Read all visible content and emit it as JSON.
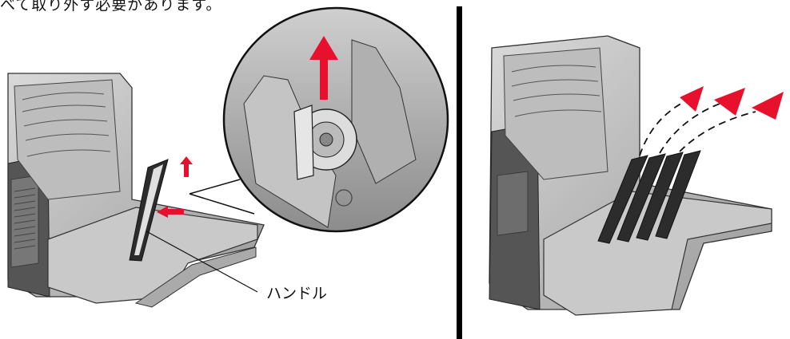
{
  "page": {
    "caption": "べて取り外す必要があります。",
    "callout_label": "ハンドル"
  },
  "figure_left": {
    "arrow_color": "#e8112d",
    "illustration": "printer-open-front-cover-remove-cartridge"
  },
  "figure_right": {
    "arrow_color": "#e8112d",
    "illustration": "printer-remove-multiple-cartridges"
  }
}
